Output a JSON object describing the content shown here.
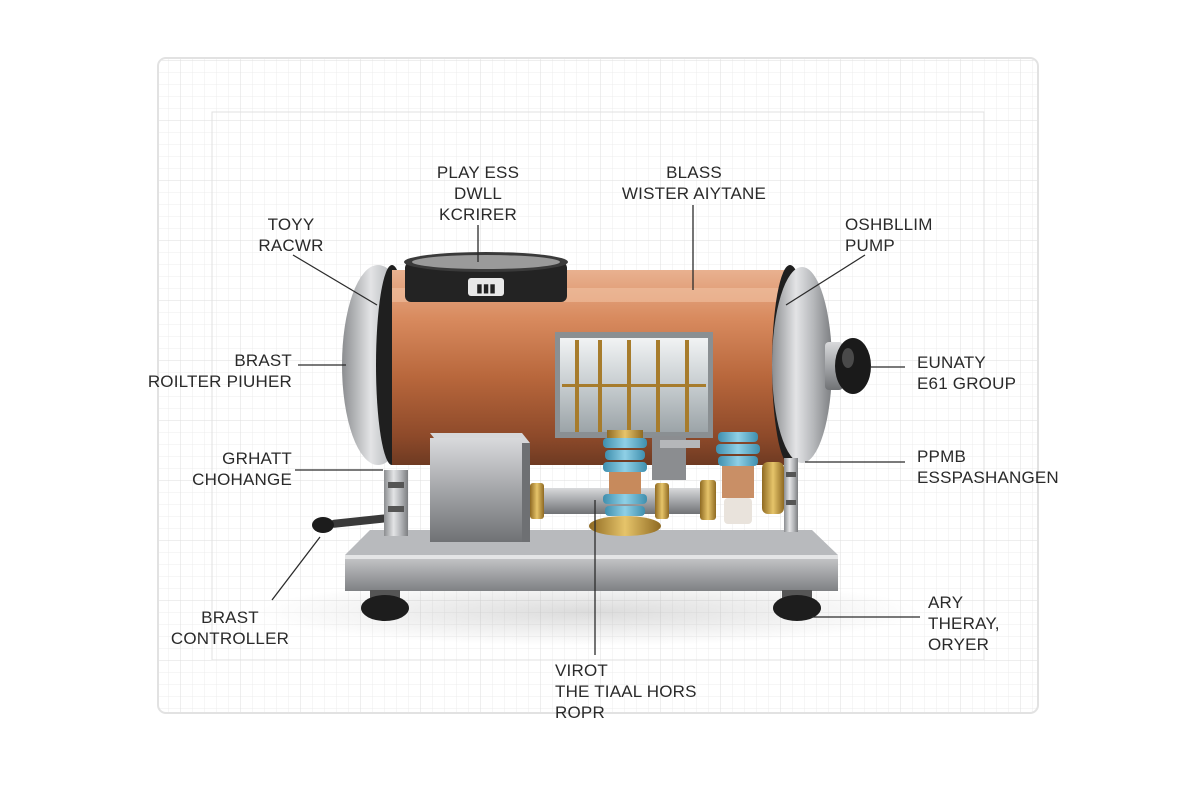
{
  "diagram": {
    "labels": [
      {
        "id": "top-left-1",
        "lines": [
          "PLAY ESS",
          "DWLL",
          "KCRIRER"
        ]
      },
      {
        "id": "top-right-1",
        "lines": [
          "BLASS",
          "WISTER AIYTANE"
        ]
      },
      {
        "id": "left-1",
        "lines": [
          "TOYY",
          "RACWR"
        ]
      },
      {
        "id": "right-1",
        "lines": [
          "OSHBLLIM",
          "PUMP"
        ]
      },
      {
        "id": "left-2",
        "lines": [
          "BRAST",
          "ROILTER PIUHER"
        ]
      },
      {
        "id": "right-2",
        "lines": [
          "EUNATY",
          "E61 GROUP"
        ]
      },
      {
        "id": "left-3",
        "lines": [
          "GRHATT",
          "CHOHANGE"
        ]
      },
      {
        "id": "right-3",
        "lines": [
          "PPMB",
          "ESSPASHANGEN"
        ]
      },
      {
        "id": "left-4",
        "lines": [
          "BRAST",
          "CONTROLLER"
        ]
      },
      {
        "id": "right-4",
        "lines": [
          "ARY",
          "THERAY,",
          "ORYER"
        ]
      },
      {
        "id": "bottom-1",
        "lines": [
          "VIROT",
          "THE TIAAL HORS",
          "ROPR"
        ]
      }
    ],
    "colors": {
      "copper": "#c8744a",
      "steel": "#a7a9ac",
      "grid": "#e6e6e6",
      "leader": "#2b2b2b",
      "glass-blue": "#5fb3cf",
      "brass": "#c9a24a"
    }
  }
}
